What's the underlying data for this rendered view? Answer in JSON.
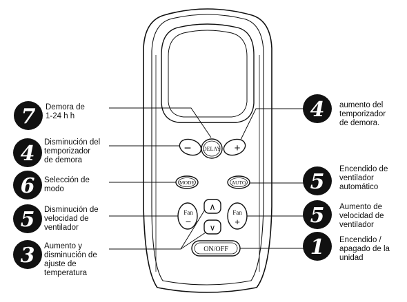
{
  "remote": {
    "buttons": {
      "delay": "DELAY",
      "minus": "−",
      "plus": "+",
      "mode": "MODE",
      "auto": "AUTO",
      "fan_down_top": "Fan",
      "fan_down_sign": "−",
      "fan_up_top": "Fan",
      "fan_up_sign": "+",
      "temp_up": "∧",
      "temp_down": "∨",
      "power": "ON/OFF"
    }
  },
  "callouts": [
    {
      "id": "delay-1-24",
      "number": "7",
      "label": "Demora de\n1-24 h h"
    },
    {
      "id": "timer-down",
      "number": "4",
      "label": "Disminución del\ntemporizador\nde demora"
    },
    {
      "id": "mode-select",
      "number": "6",
      "label": "Selección de\nmodo"
    },
    {
      "id": "fan-speed-down",
      "number": "5",
      "label": "Disminución de\nvelocidad de\nventilador"
    },
    {
      "id": "temp-adjust",
      "number": "3",
      "label": "Aumento y\ndisminución de\najuste de\ntemperatura"
    },
    {
      "id": "timer-up",
      "number": "4",
      "label": "aumento del\ntemporizador\nde demora."
    },
    {
      "id": "auto-fan",
      "number": "5",
      "label": "Encendido de\nventilador\nautomático"
    },
    {
      "id": "fan-speed-up",
      "number": "5",
      "label": "Aumento de\nvelocidad de\nventilador"
    },
    {
      "id": "power-unit",
      "number": "1",
      "label": "Encendido /\napagado de la\nunidad"
    }
  ]
}
